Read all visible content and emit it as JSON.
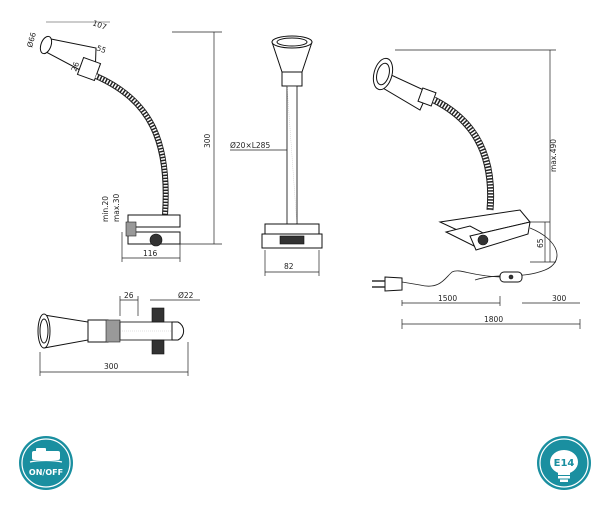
{
  "side_view": {
    "dims": {
      "head_length": "107",
      "head_diameter": "Ø66",
      "shade_length": "55",
      "neck": "26",
      "height": "300",
      "clamp_min": "min.20",
      "clamp_max": "max.30",
      "base_width": "116"
    }
  },
  "front_view": {
    "dims": {
      "arm": "Ø20×L285",
      "base_width": "82"
    }
  },
  "perspective_view": {
    "dims": {
      "max_height": "max.490",
      "clamp_height": "65",
      "cord_1": "1500",
      "cord_2": "300",
      "cord_total": "1800"
    }
  },
  "top_view": {
    "dims": {
      "neck": "26",
      "arm_diameter": "Ø22",
      "length": "300"
    }
  },
  "badges": {
    "switch": {
      "label": "ON/OFF"
    },
    "bulb": {
      "label": "E14"
    }
  },
  "colors": {
    "badge_teal": "#1a8fa0"
  }
}
